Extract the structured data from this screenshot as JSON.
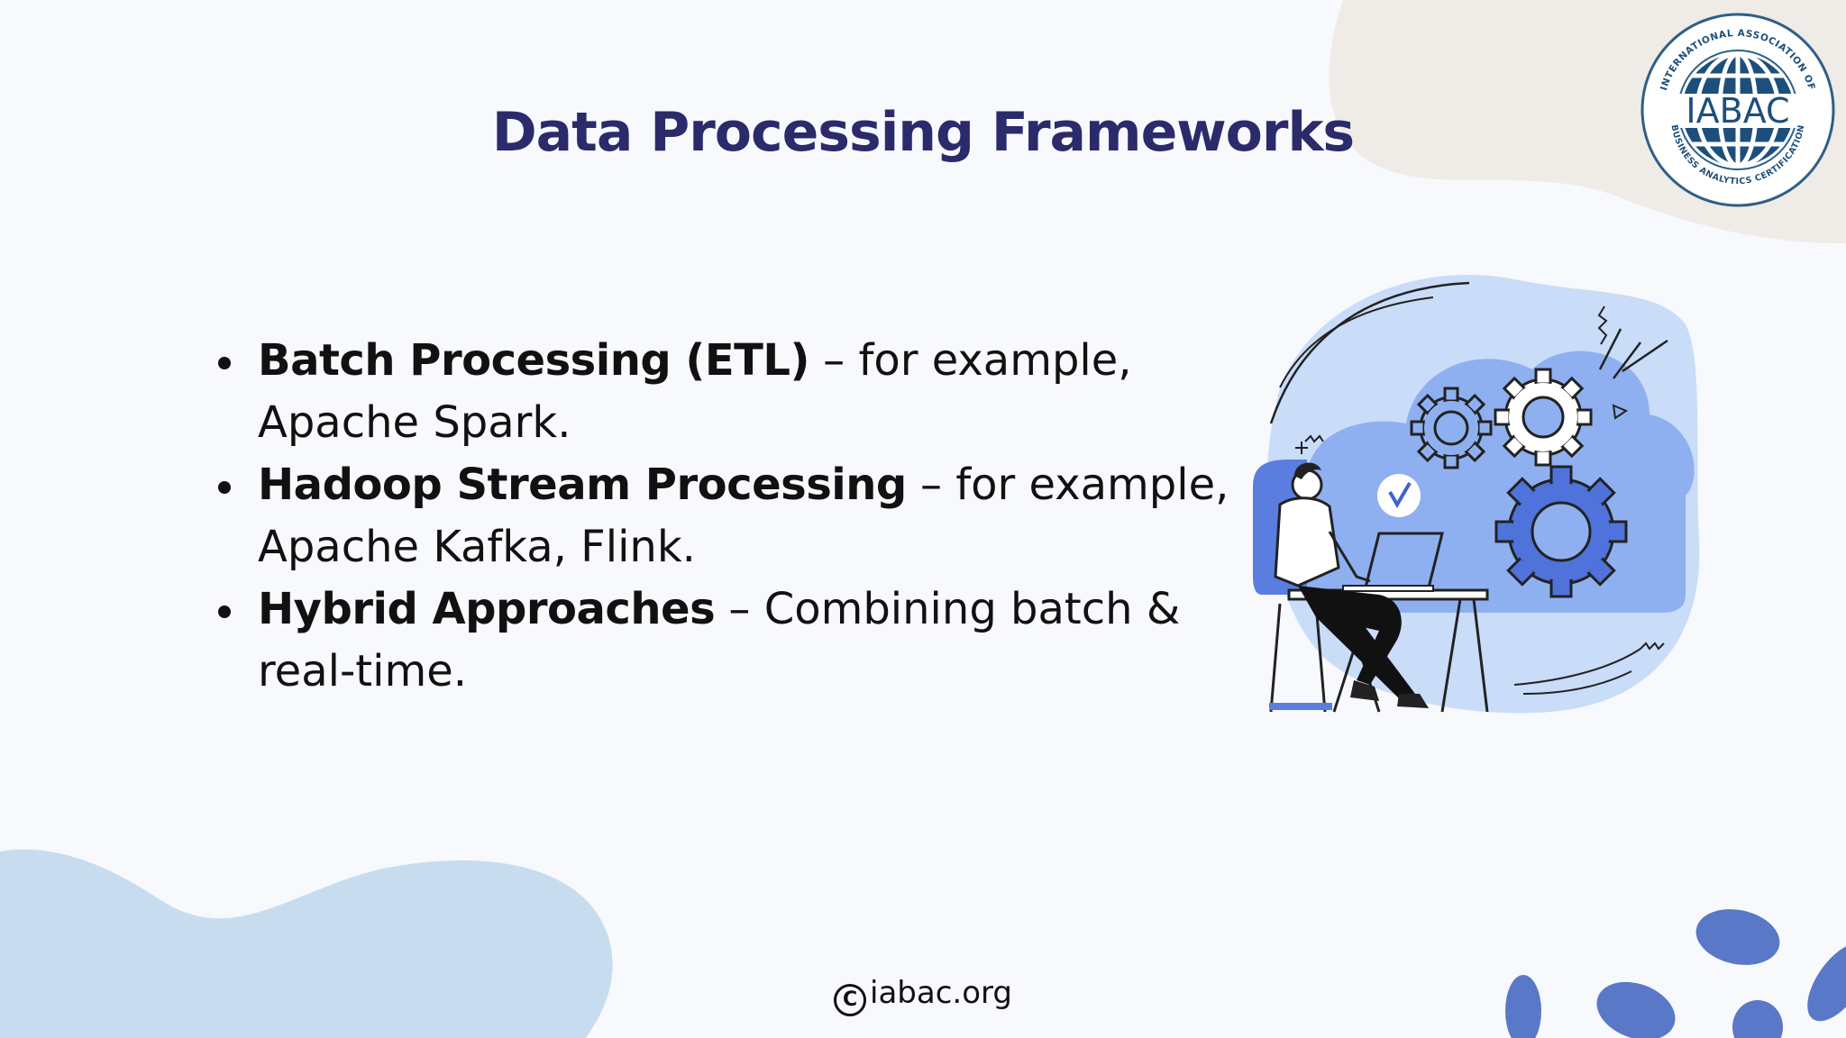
{
  "slide": {
    "title": "Data Processing Frameworks",
    "bullets": [
      {
        "term": "Batch Processing (ETL)",
        "text": " – for example, Apache Spark."
      },
      {
        "term": "Hadoop Stream Processing",
        "text": " – for example, Apache Kafka, Flink."
      },
      {
        "term": "Hybrid Approaches",
        "text": " – Combining batch & real-time."
      }
    ],
    "footer": "iabac.org",
    "copyright_symbol": "C"
  },
  "logo": {
    "text": "IABAC",
    "ring_text_top": "INTERNATIONAL ASSOCIATION OF",
    "ring_text_bottom": "BUSINESS ANALYTICS CERTIFICATION"
  },
  "colors": {
    "title": "#2b2a6b",
    "accent_blue": "#5a78c8",
    "light_blue": "#c8dcf0",
    "cloud_blue": "#8fb0f0",
    "beige": "#efebe6"
  },
  "icons": [
    "copyright-icon",
    "gear-icon",
    "checkmark-icon",
    "laptop-icon"
  ]
}
